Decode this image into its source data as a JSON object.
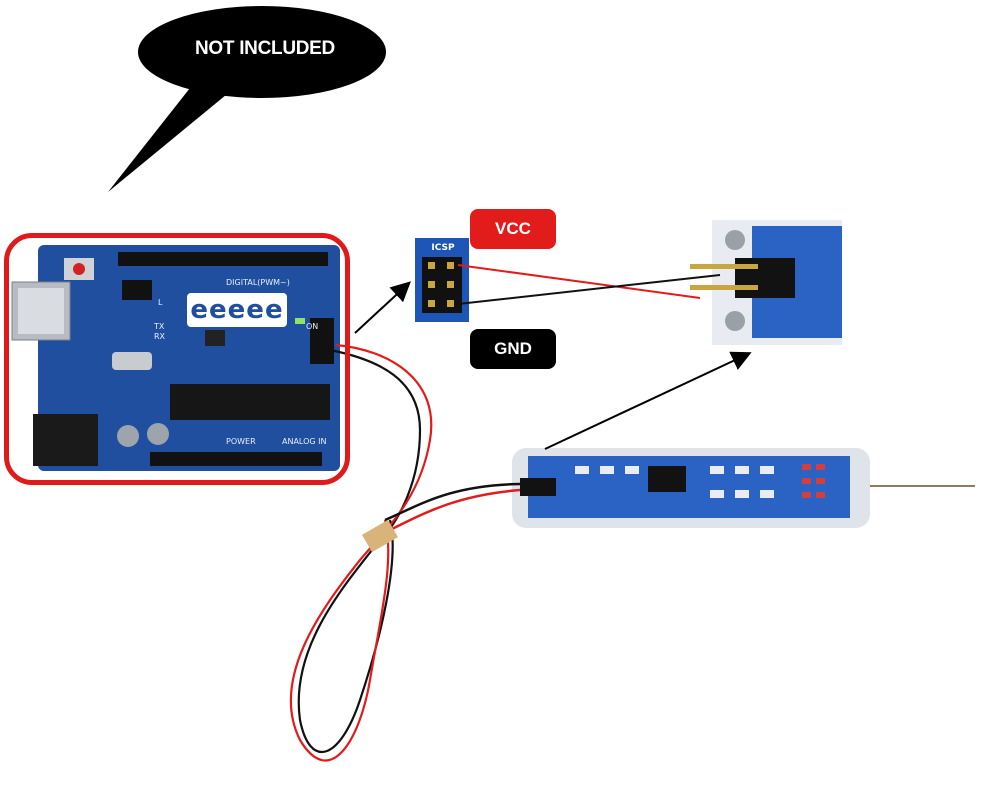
{
  "bubble": {
    "text": "NOT INCLUDED"
  },
  "tags": {
    "vcc": "VCC",
    "gnd": "GND"
  },
  "arduino": {
    "brand": "eeeee",
    "silk": {
      "digital": "DIGITAL(PWM~)",
      "analog": "ANALOG IN",
      "power": "POWER",
      "on": "ON",
      "tx": "TX",
      "rx": "RX",
      "l": "L"
    }
  },
  "icsp": {
    "label": "ICSP"
  },
  "colors": {
    "red": "#e21b1b",
    "black": "#000000",
    "board_blue": "#1f4f9e",
    "frame_red": "#e01a1a"
  }
}
